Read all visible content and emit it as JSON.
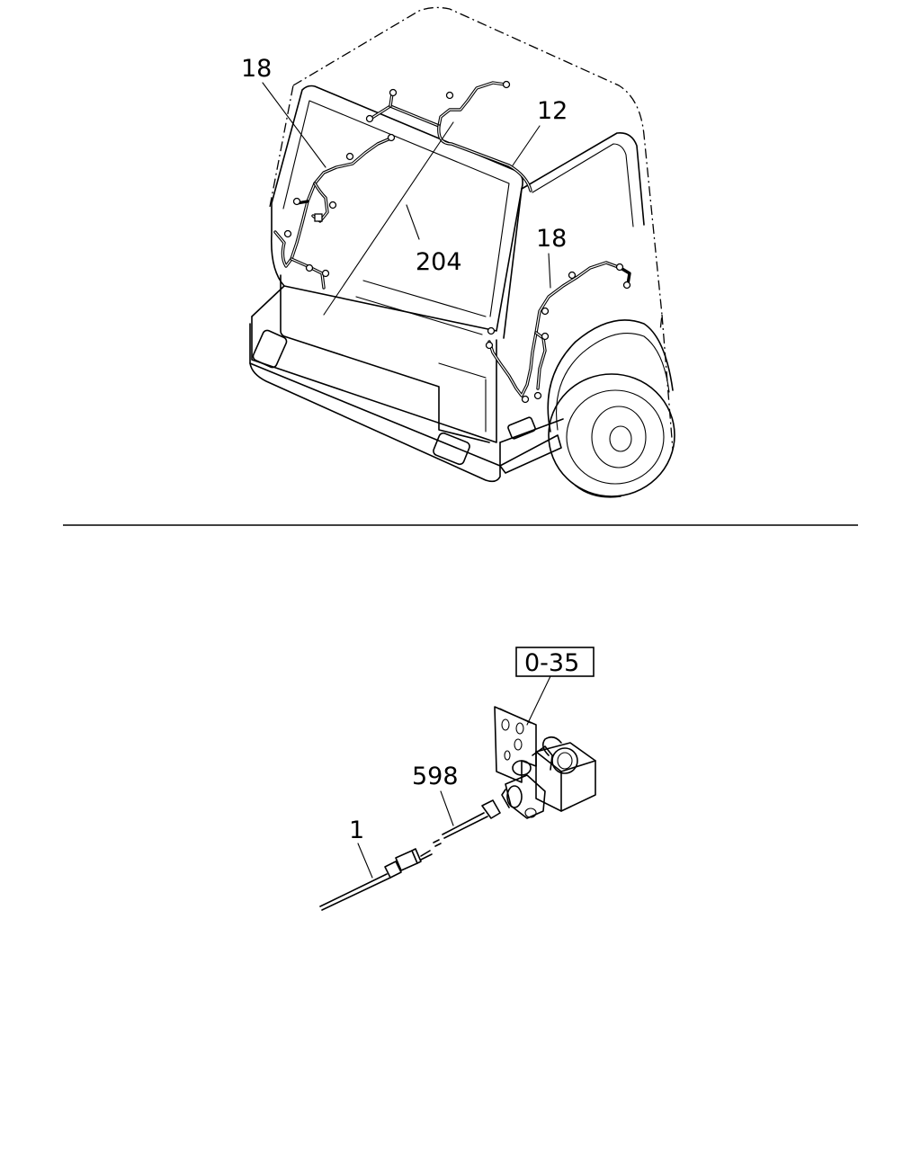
{
  "callouts": {
    "upper_left_18": "18",
    "upper_12": "12",
    "upper_204": "204",
    "upper_right_18": "18",
    "ref_box": "0-35",
    "lower_598": "598",
    "lower_1": "1"
  }
}
